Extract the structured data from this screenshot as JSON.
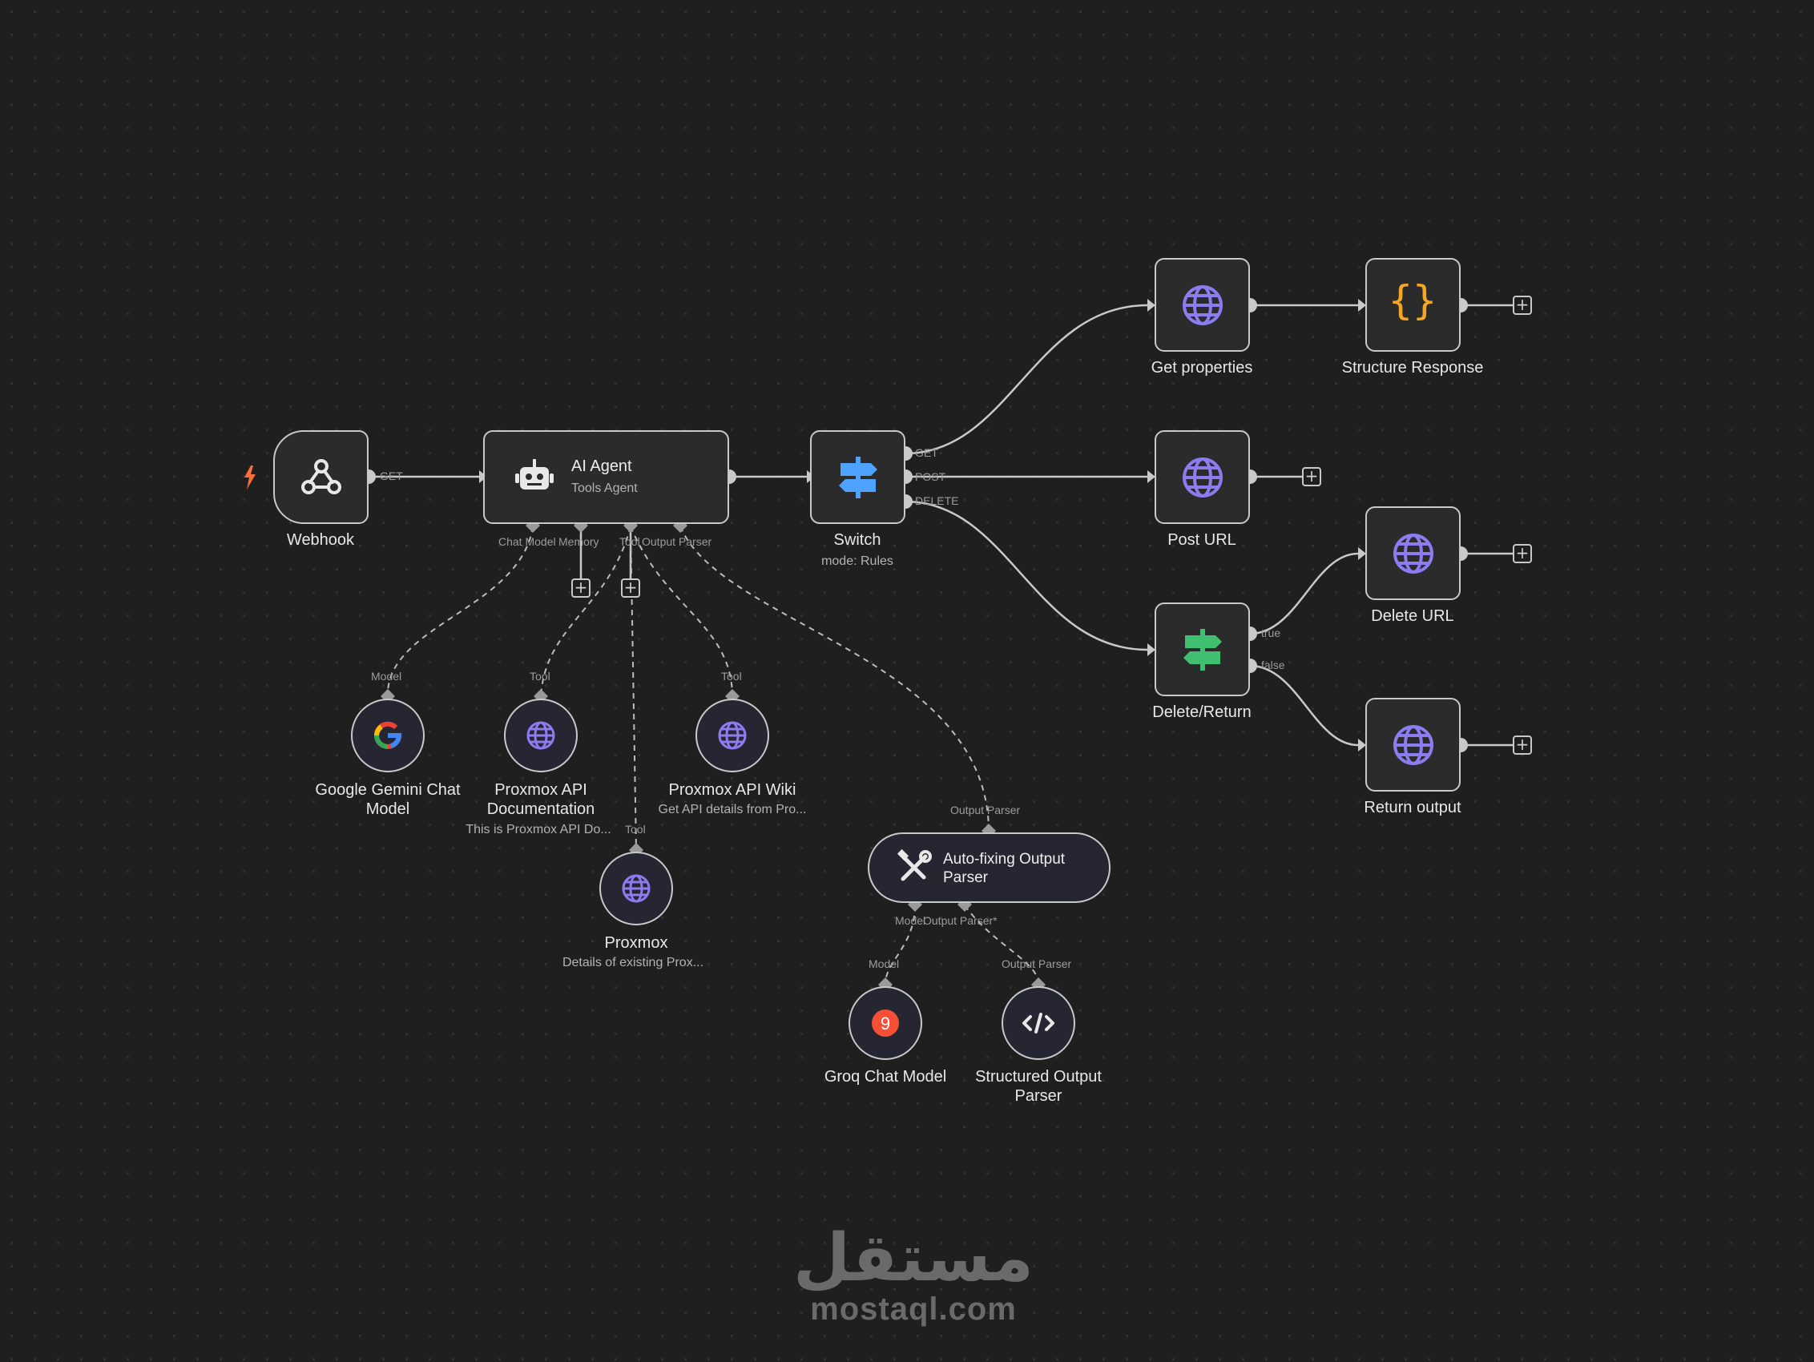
{
  "nodes": {
    "webhook": {
      "label": "Webhook"
    },
    "ai_agent": {
      "title": "AI Agent",
      "subtitle": "Tools Agent",
      "ports": [
        "Chat Model",
        "Memory",
        "Tool",
        "Output Parser"
      ]
    },
    "switch": {
      "label": "Switch",
      "subtitle": "mode: Rules",
      "outputs": [
        "GET",
        "POST",
        "DELETE"
      ]
    },
    "get_properties": {
      "label": "Get properties"
    },
    "structure_response": {
      "label": "Structure Response"
    },
    "post_url": {
      "label": "Post URL"
    },
    "delete_return": {
      "label": "Delete/Return",
      "outputs": [
        "true",
        "false"
      ]
    },
    "delete_url": {
      "label": "Delete URL"
    },
    "return_output": {
      "label": "Return output"
    },
    "gemini": {
      "label": "Google Gemini Chat Model",
      "port": "Model"
    },
    "proxmox_docs": {
      "label": "Proxmox API Documentation",
      "subtitle": "This is Proxmox API Do...",
      "port": "Tool"
    },
    "proxmox_wiki": {
      "label": "Proxmox API Wiki",
      "subtitle": "Get API details from Pro...",
      "port": "Tool"
    },
    "proxmox": {
      "label": "Proxmox",
      "subtitle": "Details of existing Prox...",
      "port": "Tool"
    },
    "autofix": {
      "title": "Auto-fixing Output Parser",
      "port": "Output Parser",
      "ports": [
        "Model",
        "Output Parser*"
      ]
    },
    "groq": {
      "label": "Groq Chat Model",
      "port": "Model"
    },
    "structured_parser": {
      "label": "Structured Output Parser",
      "port": "Output Parser"
    }
  },
  "connections": {
    "webhook_out": "GET"
  },
  "watermark": {
    "arabic": "مستقل",
    "latin": "mostaql.com"
  },
  "colors": {
    "background": "#1f1f1f",
    "node_border": "#c9c9c9",
    "globe": "#8b7cf0",
    "switch_blue": "#4da3ff",
    "if_green": "#3fbf6f",
    "braces": "#f5a623",
    "trigger": "#ff6d3a"
  }
}
